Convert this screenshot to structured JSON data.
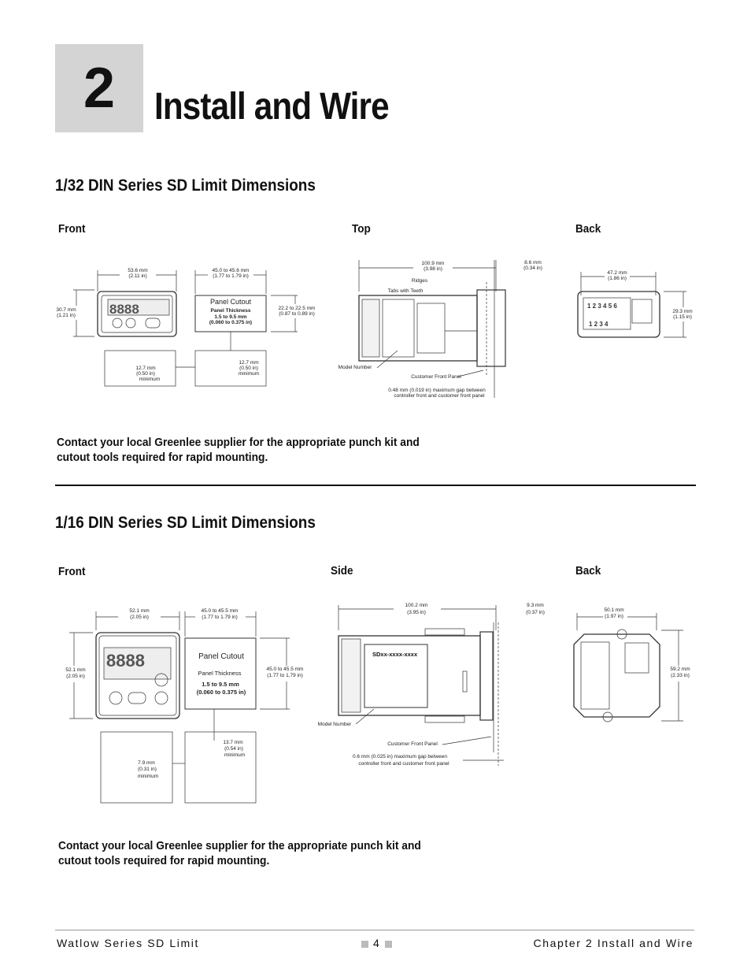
{
  "chapter": {
    "number": "2",
    "title": "Install and Wire"
  },
  "section1": {
    "heading": "1/32 DIN Series SD Limit Dimensions",
    "views": {
      "front": "Front",
      "top": "Top",
      "back": "Back"
    },
    "front": {
      "width_mm": "53.6 mm",
      "width_in": "(2.11 in)",
      "height_mm": "30.7 mm",
      "height_in": "(1.21 in)",
      "cut_w_mm": "45.0 to 45.6 mm",
      "cut_w_in": "(1.77 to 1.79 in)",
      "cut_h_mm": "22.2 to 22.5 mm",
      "cut_h_in": "(0.87 to 0.89 in)",
      "cutout_title": "Panel Cutout",
      "thickness_label": "Panel Thickness",
      "thickness_mm": "1.5 to 9.5 mm",
      "thickness_in": "(0.060 to 0.375 in)",
      "min_h_mm": "12.7 mm",
      "min_h_in": "(0.50 in)",
      "min_h_word": "minimum",
      "min_v_mm": "12.7 mm",
      "min_v_in": "(0.50 in)",
      "min_v_word": "minimum"
    },
    "top": {
      "depth_mm": "100.9 mm",
      "depth_in": "(3.98 in)",
      "bezel_mm": "8.6 mm",
      "bezel_in": "(0.34 in)",
      "ridges": "Ridges",
      "tabs": "Tabs with Teeth",
      "model": "Model Number",
      "panel": "Customer Front Panel",
      "gap1": "0.48 mm (0.019 in) maximum gap between",
      "gap2": "controller front and customer front panel"
    },
    "back": {
      "width_mm": "47.2 mm",
      "width_in": "(1.86 in)",
      "height_mm": "29.3 mm",
      "height_in": "(1.15 in)"
    },
    "note": "Contact your local Greenlee supplier for the appropriate punch kit and cutout tools required for rapid mounting."
  },
  "section2": {
    "heading": "1/16 DIN Series SD Limit Dimensions",
    "views": {
      "front": "Front",
      "side": "Side",
      "back": "Back"
    },
    "front": {
      "width_mm": "52.1 mm",
      "width_in": "(2.05 in)",
      "height_mm": "52.1 mm",
      "height_in": "(2.05 in)",
      "cut_w_mm": "45.0 to 45.5 mm",
      "cut_w_in": "(1.77 to 1.79 in)",
      "cut_h_mm": "45.0 to 45.5 mm",
      "cut_h_in": "(1.77 to 1.79 in)",
      "cutout_title": "Panel Cutout",
      "thickness_label": "Panel Thickness",
      "thickness_mm": "1.5 to 9.5 mm",
      "thickness_in": "(0.060 to 0.375 in)",
      "min_v_mm": "13.7 mm",
      "min_v_in": "(0.54 in)",
      "min_v_word": "minimum",
      "min_h_mm": "7.9 mm",
      "min_h_in": "(0.31 in)",
      "min_h_word": "minimum"
    },
    "side": {
      "depth_mm": "100.2 mm",
      "depth_in": "(3.95 in)",
      "bezel_mm": "9.3 mm",
      "bezel_in": "(0.37 in)",
      "model": "Model Number",
      "panel": "Customer Front Panel",
      "model_code": "SDxx-xxxx-xxxx",
      "gap1": "0.6 mm (0.025 in) maximum gap between",
      "gap2": "controller front and customer front panel"
    },
    "back": {
      "width_mm": "50.1 mm",
      "width_in": "(1.97 in)",
      "height_mm": "59.2 mm",
      "height_in": "(2.33 in)"
    },
    "note": "Contact your local Greenlee supplier for the appropriate punch kit and cutout tools required for rapid mounting."
  },
  "footer": {
    "left": "Watlow Series SD Limit",
    "page": "4",
    "right": "Chapter 2 Install and Wire"
  }
}
